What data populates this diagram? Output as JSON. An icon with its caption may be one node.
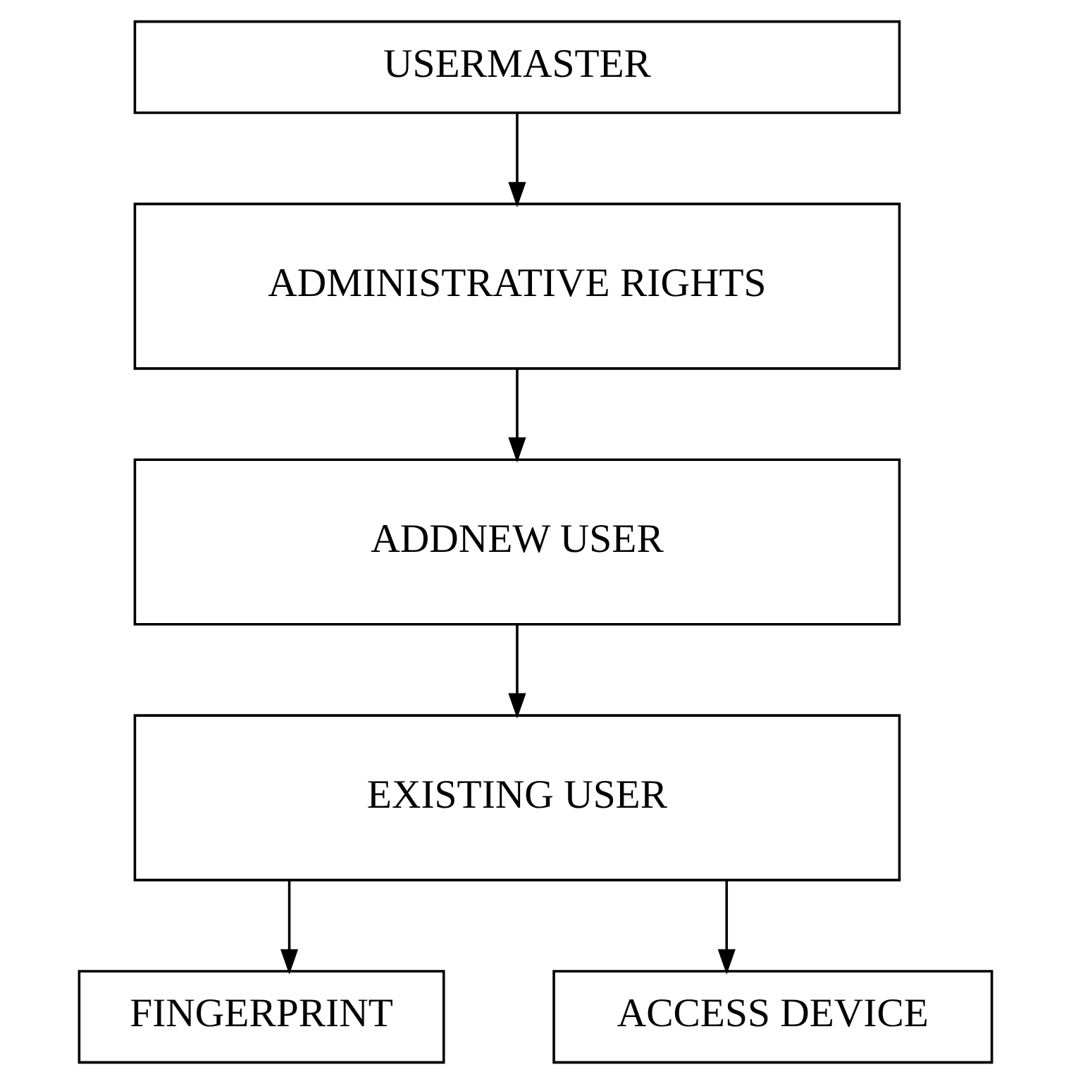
{
  "diagram": {
    "nodes": [
      {
        "text": [
          "USERMASTER"
        ]
      },
      {
        "text": [
          "ADMINISTRATIVE RIGHTS"
        ]
      },
      {
        "text": [
          "ADDNEW USER"
        ]
      },
      {
        "text": [
          "EXISTING USER"
        ]
      },
      {
        "text": [
          "FINGERPRINT"
        ]
      },
      {
        "text": [
          "ACCESS DEVICE"
        ]
      }
    ],
    "edges": [
      {
        "from": 0,
        "to": 1,
        "arrow": "to"
      },
      {
        "from": 1,
        "to": 2,
        "arrow": "to"
      },
      {
        "from": 2,
        "to": 3,
        "arrow": "to"
      },
      {
        "from": 3,
        "to": 4,
        "arrow": "to"
      },
      {
        "from": 3,
        "to": 5,
        "arrow": "to"
      }
    ]
  }
}
